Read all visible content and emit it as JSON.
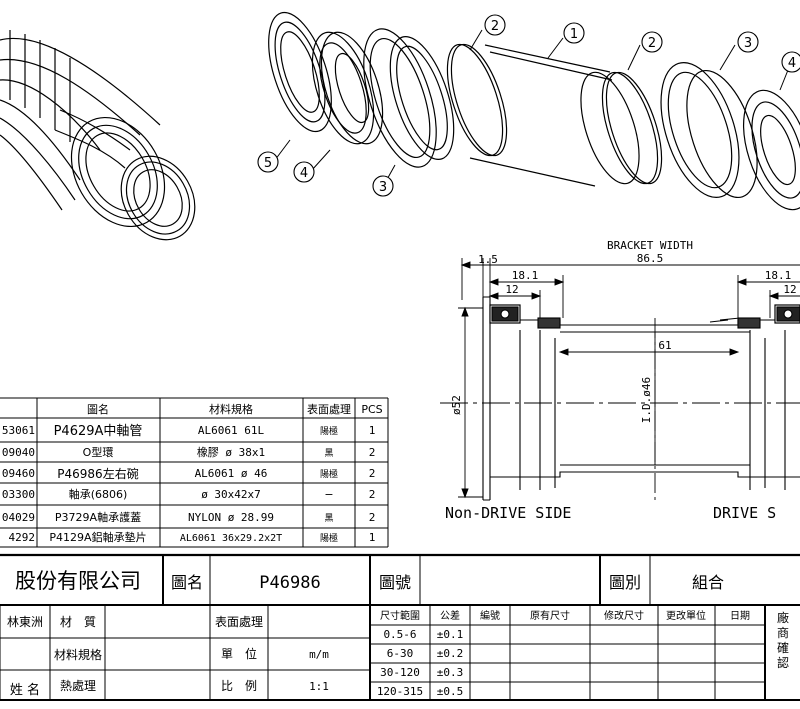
{
  "balloons": [
    "1",
    "2",
    "2",
    "3",
    "4",
    "5",
    "4",
    "3"
  ],
  "section": {
    "title": "BRACKET WIDTH",
    "bracket_width": "86.5",
    "dim_1_5": "1.5",
    "dim_18_1_left": "18.1",
    "dim_12_left": "12",
    "dim_18_1_right": "18.1",
    "dim_12_right": "12",
    "dim_61": "61",
    "dia_52": "ø52",
    "id_46": "I.D.ø46",
    "label_left": "Non-DRIVE SIDE",
    "label_right": "DRIVE S"
  },
  "bom": {
    "headers": [
      "圖名",
      "材料規格",
      "表面處理",
      "PCS"
    ],
    "rows": [
      {
        "code": "53061",
        "name": "P4629A中軸管",
        "material": "AL6061 61L",
        "finish": "陽極",
        "pcs": "1"
      },
      {
        "code": "09040",
        "name": "O型環",
        "material": "橡膠 ø 38x1",
        "finish": "黑",
        "pcs": "2"
      },
      {
        "code": "09460",
        "name": "P46986左右碗",
        "material": "AL6061 ø 46",
        "finish": "陽極",
        "pcs": "2"
      },
      {
        "code": "03300",
        "name": "軸承(6806)",
        "material": "ø 30x42x7",
        "finish": "−",
        "pcs": "2"
      },
      {
        "code": "04029",
        "name": "P3729A軸承護蓋",
        "material": "NYLON ø 28.99",
        "finish": "黑",
        "pcs": "2"
      },
      {
        "code": "4292",
        "name": "P4129A鋁軸承墊片",
        "material": "AL6061 36x29.2x2T",
        "finish": "陽極",
        "pcs": "1"
      }
    ]
  },
  "title_block": {
    "company": "股份有限公司",
    "drawing_name_label": "圖名",
    "drawing_name": "P46986",
    "drawing_no_label": "圖號",
    "category_label": "圖別",
    "category": "組合",
    "drawn_by": "林東洲",
    "material_label": "材　質",
    "spec_label": "材料規格",
    "heat_label": "熱處理",
    "name_label": "姓 名",
    "surface_label": "表面處理",
    "unit_label": "單　位",
    "unit": "m/m",
    "scale_label": "比　例",
    "scale": "1:1",
    "tol_headers": [
      "尺寸範圍",
      "公差",
      "編號",
      "原有尺寸",
      "修改尺寸",
      "更改單位",
      "日期"
    ],
    "tolerances": [
      {
        "range": "0.5-6",
        "tol": "±0.1"
      },
      {
        "range": "6-30",
        "tol": "±0.2"
      },
      {
        "range": "30-120",
        "tol": "±0.3"
      },
      {
        "range": "120-315",
        "tol": "±0.5"
      }
    ],
    "approval": "廠商確認"
  }
}
